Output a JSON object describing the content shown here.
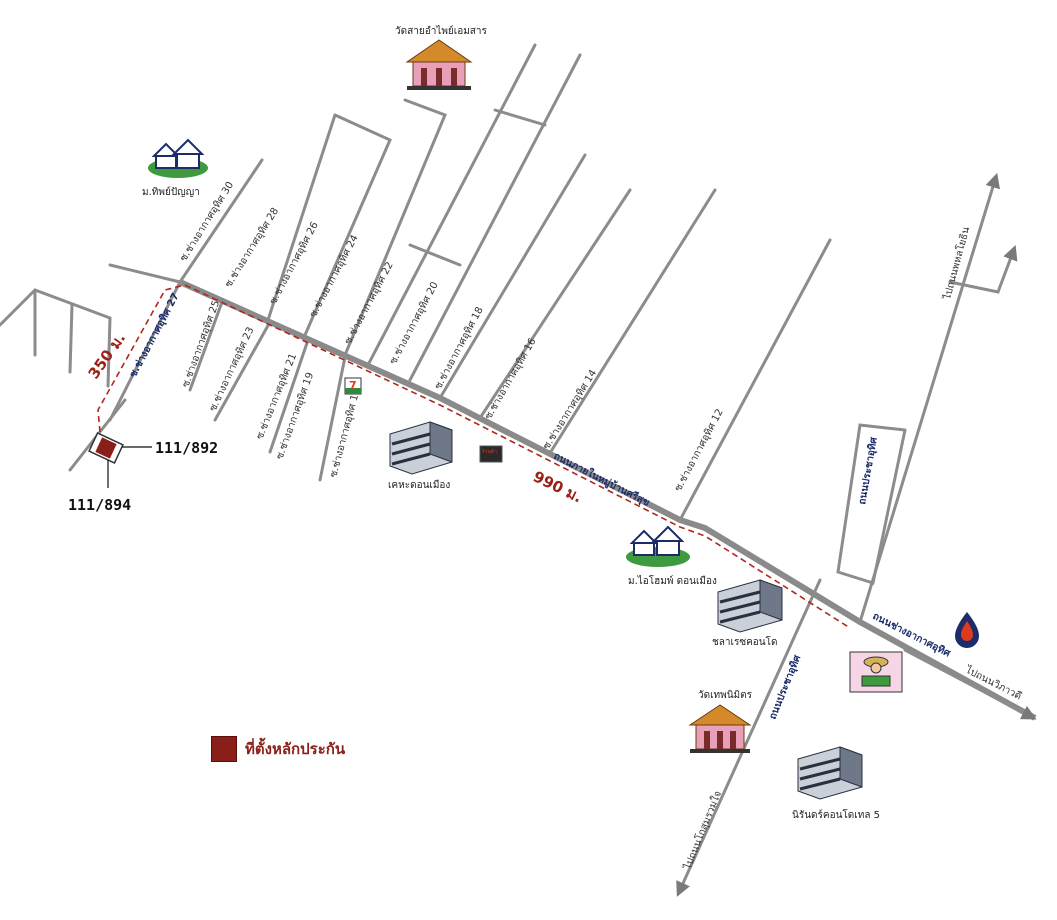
{
  "legend": {
    "label": "ที่ตั้งหลักประกัน",
    "color": "#8a1f1a"
  },
  "distances": {
    "short": "350 ม.",
    "long": "990 ม."
  },
  "plots": {
    "a": "111/892",
    "b": "111/894"
  },
  "roads": {
    "main": "ถนนภายในหมู่บ้านศรีสุข",
    "soi27": "ซ.ช่างอากาศอุทิศ 27",
    "air_road": "ถนนช่างอากาศอุทิศ",
    "air_road_to": "ไปถนนวิภาวดี",
    "prachauthit_a": "ถนนประชาอุทิศ",
    "prachauthit_b": "ถนนประชาอุทิศ",
    "to_top": "ไปถนนพหลโยธิน",
    "to_bottom": "ไปถนนโกสุมรวมใจ"
  },
  "sois": [
    "ซ.ช่างอากาศอุทิศ 30",
    "ซ.ช่างอากาศอุทิศ 28",
    "ซ.ช่างอากาศอุทิศ 26",
    "ซ.ช่างอากาศอุทิศ 24",
    "ซ.ช่างอากาศอุทิศ 22",
    "ซ.ช่างอากาศอุทิศ 20",
    "ซ.ช่างอากาศอุทิศ 18",
    "ซ.ช่างอากาศอุทิศ 16",
    "ซ.ช่างอากาศอุทิศ 14",
    "ซ.ช่างอากาศอุทิศ 12",
    "ซ.ช่างอากาศอุทิศ 25",
    "ซ.ช่างอากาศอุทิศ 23",
    "ซ.ช่างอากาศอุทิศ 21",
    "ซ.ช่างอากาศอุทิศ 19",
    "ซ.ช่างอากาศอุทิศ 17"
  ],
  "places": {
    "temple_top": "วัดสายอำไพย์เอมสาร",
    "village_top": "ม.ทิพย์ปัญญา",
    "condo_mid": "เคหะดอนเมือง",
    "village_mid": "ม.ไอโฮมพ์ ดอนเมือง",
    "condo_right": "ชลาเรซคอนโด",
    "temple_bottom": "วัดเทพนิมิตร",
    "condo_bottom": "นิรันดร์คอนโดเทล 5",
    "shop": "7",
    "shop_small": "ร้านค้า"
  },
  "colors": {
    "road": "#8c8c8c",
    "route": "#b0281e",
    "plot": "#8a1f1a",
    "label_blue": "#1c2c6a"
  }
}
